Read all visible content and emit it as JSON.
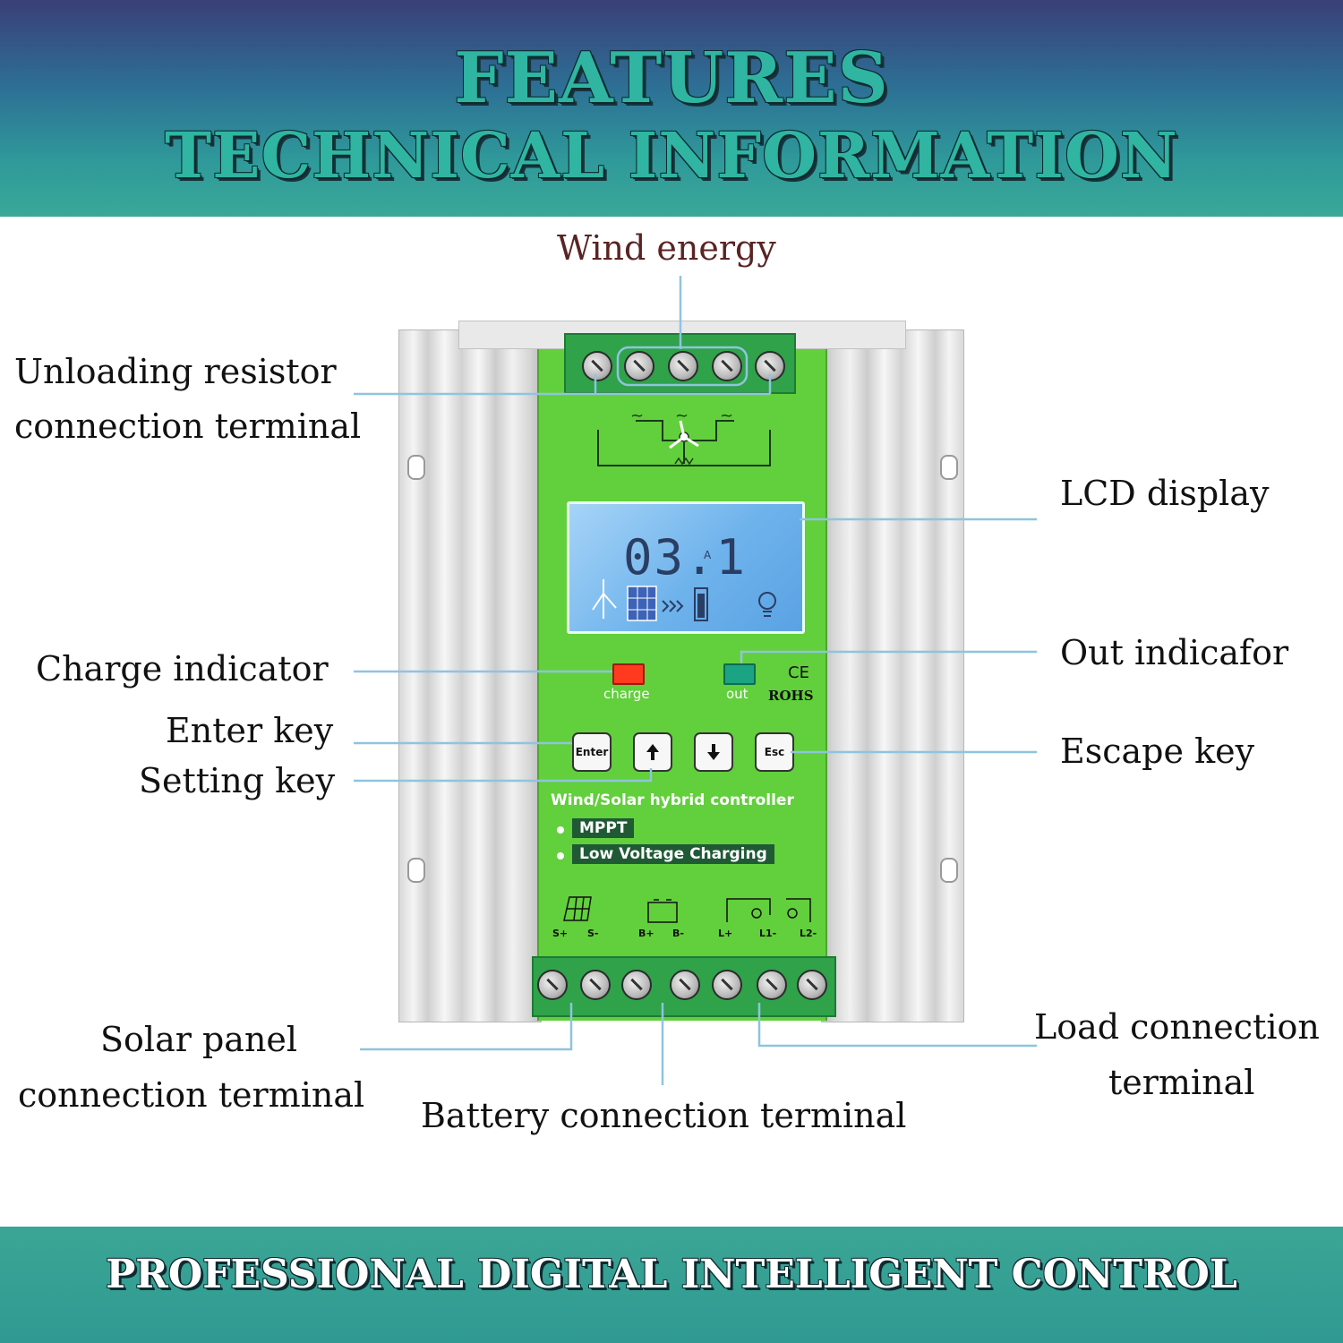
{
  "header": {
    "line1": "FEATURES",
    "line2": "TECHNICAL INFORMATION"
  },
  "footer": {
    "text": "PROFESSIONAL DIGITAL INTELLIGENT CONTROL"
  },
  "labels": {
    "wind_energy": "Wind energy",
    "unloading_resistor_1": "Unloading resistor",
    "unloading_resistor_2": "connection terminal",
    "lcd_display": "LCD display",
    "charge_indicator": "Charge indicator",
    "out_indicator": "Out indicafor",
    "enter_key": "Enter key",
    "setting_key": "Setting key",
    "escape_key": "Escape key",
    "solar_panel_1": "Solar panel",
    "solar_panel_2": "connection terminal",
    "battery_terminal": "Battery connection terminal",
    "load_terminal_1": "Load connection",
    "load_terminal_2": "terminal"
  },
  "device": {
    "lcd_value": "03.1",
    "lcd_unit": "A",
    "charge_led_label": "charge",
    "out_led_label": "out",
    "ce_mark": "CE",
    "rohs_mark": "ROHS",
    "key_enter": "Enter",
    "key_esc": "Esc",
    "title": "Wind/Solar hybrid controller",
    "feature_1": "MPPT",
    "feature_2": "Low Voltage Charging",
    "terminals": [
      "S+",
      "S-",
      "B+",
      "B-",
      "L+",
      "L1-",
      "L2-"
    ]
  },
  "colors": {
    "panel_green": "#62cf3c",
    "charge_led": "#ff3a1e",
    "out_led": "#1aa484",
    "callout_line": "#8fc4dd"
  }
}
